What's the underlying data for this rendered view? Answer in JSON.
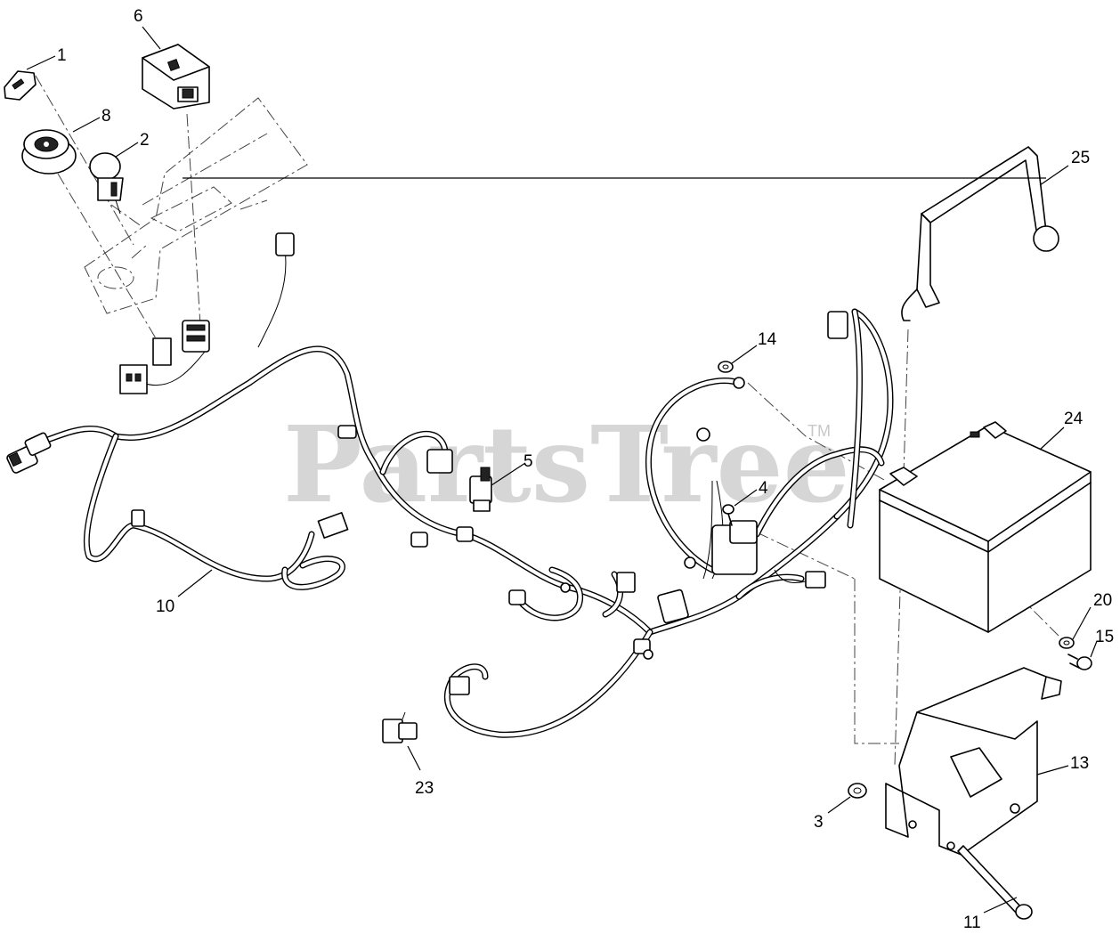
{
  "diagram": {
    "watermark": "PartsTree",
    "watermark_tm": "TM",
    "callouts": [
      {
        "id": "c1",
        "label": "1"
      },
      {
        "id": "c2",
        "label": "2"
      },
      {
        "id": "c3",
        "label": "3"
      },
      {
        "id": "c4",
        "label": "4"
      },
      {
        "id": "c5",
        "label": "5"
      },
      {
        "id": "c6",
        "label": "6"
      },
      {
        "id": "c8",
        "label": "8"
      },
      {
        "id": "c10",
        "label": "10"
      },
      {
        "id": "c11",
        "label": "11"
      },
      {
        "id": "c13",
        "label": "13"
      },
      {
        "id": "c14",
        "label": "14"
      },
      {
        "id": "c15",
        "label": "15"
      },
      {
        "id": "c20",
        "label": "20"
      },
      {
        "id": "c23",
        "label": "23"
      },
      {
        "id": "c24",
        "label": "24"
      },
      {
        "id": "c25",
        "label": "25"
      }
    ]
  }
}
